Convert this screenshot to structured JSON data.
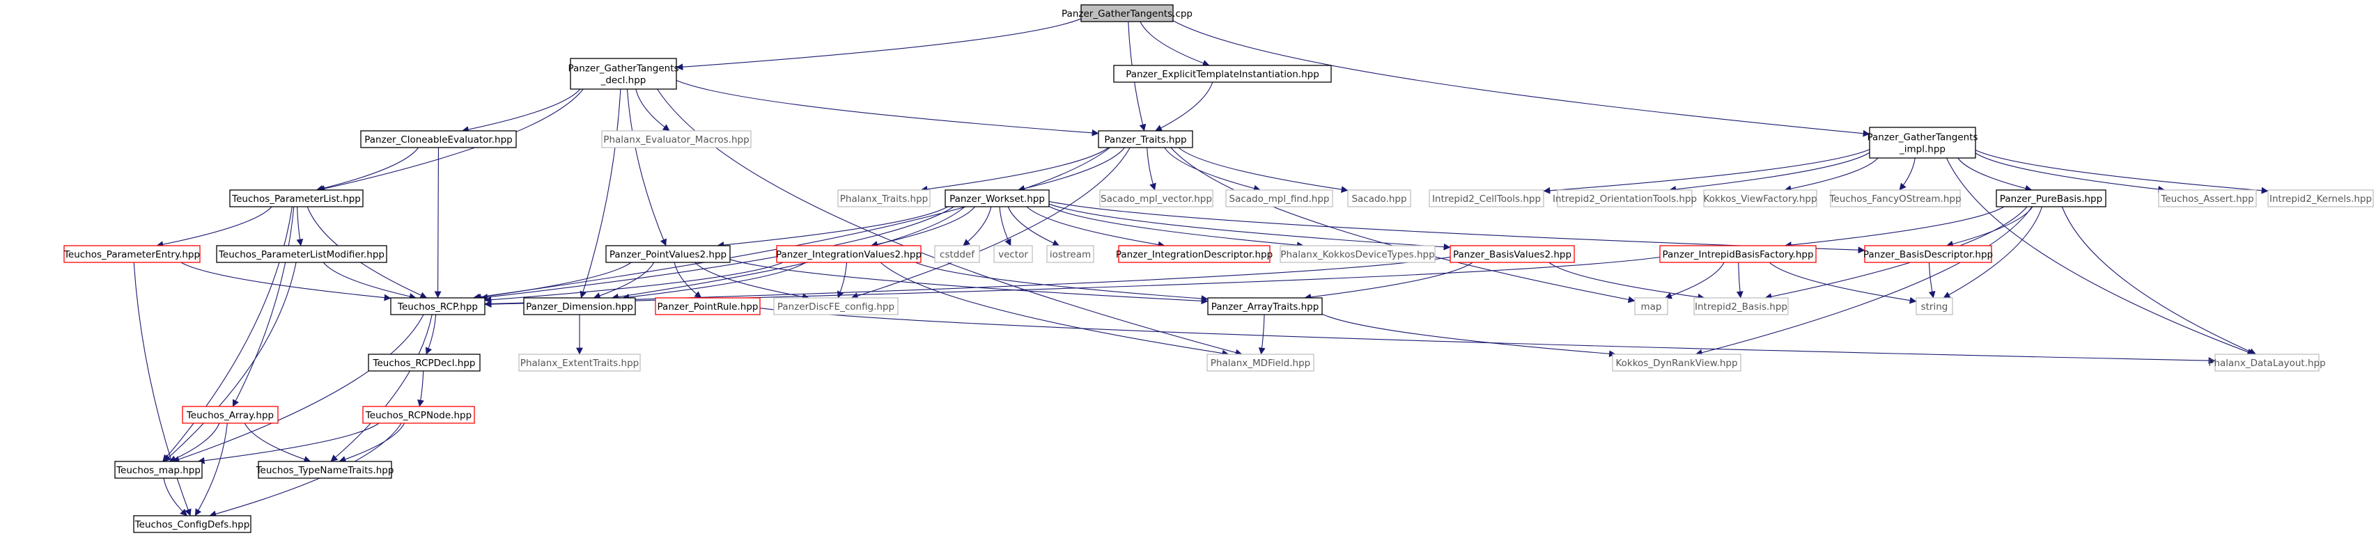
{
  "styles": {
    "default": {
      "fill": "#ffffff",
      "stroke": "#000000",
      "text": "#000000"
    },
    "root": {
      "fill": "#bfbfbf",
      "stroke": "#000000",
      "text": "#000000"
    },
    "truncated": {
      "fill": "#ffffff",
      "stroke": "#ff0000",
      "text": "#000000"
    },
    "system": {
      "fill": "#ffffff",
      "stroke": "#bfbfbf",
      "text": "#555555"
    },
    "edge_color": "#191970"
  },
  "nodes": {
    "root": {
      "label": "Panzer_GatherTangents.cpp",
      "style": "root"
    },
    "decl": {
      "label": [
        "Panzer_GatherTangents",
        "_decl.hpp"
      ],
      "style": "default"
    },
    "eti": {
      "label": "Panzer_ExplicitTemplateInstantiation.hpp",
      "style": "default"
    },
    "impl": {
      "label": [
        "Panzer_GatherTangents",
        "_impl.hpp"
      ],
      "style": "default"
    },
    "clone": {
      "label": "Panzer_CloneableEvaluator.hpp",
      "style": "default"
    },
    "phxmacros": {
      "label": "Phalanx_Evaluator_Macros.hpp",
      "style": "system"
    },
    "traits": {
      "label": "Panzer_Traits.hpp",
      "style": "default"
    },
    "plist": {
      "label": "Teuchos_ParameterList.hpp",
      "style": "default"
    },
    "phxtraits": {
      "label": "Phalanx_Traits.hpp",
      "style": "system"
    },
    "workset": {
      "label": "Panzer_Workset.hpp",
      "style": "default"
    },
    "sacvec": {
      "label": "Sacado_mpl_vector.hpp",
      "style": "system"
    },
    "sacfind": {
      "label": "Sacado_mpl_find.hpp",
      "style": "system"
    },
    "sacado": {
      "label": "Sacado.hpp",
      "style": "system"
    },
    "i2cell": {
      "label": "Intrepid2_CellTools.hpp",
      "style": "system"
    },
    "i2orient": {
      "label": "Intrepid2_OrientationTools.hpp",
      "style": "system"
    },
    "kviewf": {
      "label": "Kokkos_ViewFactory.hpp",
      "style": "system"
    },
    "fancy": {
      "label": "Teuchos_FancyOStream.hpp",
      "style": "system"
    },
    "purebasis": {
      "label": "Panzer_PureBasis.hpp",
      "style": "default"
    },
    "tassert": {
      "label": "Teuchos_Assert.hpp",
      "style": "system"
    },
    "i2kernels": {
      "label": "Intrepid2_Kernels.hpp",
      "style": "system"
    },
    "pentry": {
      "label": "Teuchos_ParameterEntry.hpp",
      "style": "truncated"
    },
    "plmod": {
      "label": "Teuchos_ParameterListModifier.hpp",
      "style": "default"
    },
    "pv2": {
      "label": "Panzer_PointValues2.hpp",
      "style": "default"
    },
    "cstddef": {
      "label": "cstddef",
      "style": "system"
    },
    "vector": {
      "label": "vector",
      "style": "system"
    },
    "iostream": {
      "label": "iostream",
      "style": "system"
    },
    "iv2": {
      "label": "Panzer_IntegrationValues2.hpp",
      "style": "truncated"
    },
    "intdesc": {
      "label": "Panzer_IntegrationDescriptor.hpp",
      "style": "truncated"
    },
    "kdevtypes": {
      "label": "Phalanx_KokkosDeviceTypes.hpp",
      "style": "system"
    },
    "bv2": {
      "label": "Panzer_BasisValues2.hpp",
      "style": "truncated"
    },
    "ibfactory": {
      "label": "Panzer_IntrepidBasisFactory.hpp",
      "style": "truncated"
    },
    "bdesc": {
      "label": "Panzer_BasisDescriptor.hpp",
      "style": "truncated"
    },
    "rcp": {
      "label": "Teuchos_RCP.hpp",
      "style": "default"
    },
    "dimension": {
      "label": "Panzer_Dimension.hpp",
      "style": "default"
    },
    "pointrule": {
      "label": "Panzer_PointRule.hpp",
      "style": "truncated"
    },
    "discfe": {
      "label": "PanzerDiscFE_config.hpp",
      "style": "system"
    },
    "arraytraits": {
      "label": "Panzer_ArrayTraits.hpp",
      "style": "default"
    },
    "map": {
      "label": "map",
      "style": "system"
    },
    "i2basis": {
      "label": "Intrepid2_Basis.hpp",
      "style": "system"
    },
    "string": {
      "label": "string",
      "style": "system"
    },
    "rcpdecl": {
      "label": "Teuchos_RCPDecl.hpp",
      "style": "default"
    },
    "extent": {
      "label": "Phalanx_ExtentTraits.hpp",
      "style": "system"
    },
    "mdfield": {
      "label": "Phalanx_MDField.hpp",
      "style": "system"
    },
    "dynrank": {
      "label": "Kokkos_DynRankView.hpp",
      "style": "system"
    },
    "datalayout": {
      "label": "Phalanx_DataLayout.hpp",
      "style": "system"
    },
    "tarray": {
      "label": "Teuchos_Array.hpp",
      "style": "truncated"
    },
    "rcpnode": {
      "label": "Teuchos_RCPNode.hpp",
      "style": "truncated"
    },
    "tmap": {
      "label": "Teuchos_map.hpp",
      "style": "default"
    },
    "typename": {
      "label": "Teuchos_TypeNameTraits.hpp",
      "style": "default"
    },
    "configdefs": {
      "label": "Teuchos_ConfigDefs.hpp",
      "style": "default"
    }
  },
  "edges": [
    [
      "root",
      "decl"
    ],
    [
      "root",
      "eti"
    ],
    [
      "root",
      "traits"
    ],
    [
      "root",
      "impl"
    ],
    [
      "decl",
      "clone"
    ],
    [
      "decl",
      "phxmacros"
    ],
    [
      "decl",
      "traits"
    ],
    [
      "decl",
      "plist"
    ],
    [
      "decl",
      "pv2"
    ],
    [
      "decl",
      "dimension"
    ],
    [
      "decl",
      "mdfield"
    ],
    [
      "eti",
      "traits"
    ],
    [
      "clone",
      "rcp"
    ],
    [
      "clone",
      "plist"
    ],
    [
      "traits",
      "phxtraits"
    ],
    [
      "traits",
      "workset"
    ],
    [
      "traits",
      "sacvec"
    ],
    [
      "traits",
      "sacfind"
    ],
    [
      "traits",
      "sacado"
    ],
    [
      "traits",
      "rcp"
    ],
    [
      "traits",
      "discfe"
    ],
    [
      "traits",
      "map"
    ],
    [
      "plist",
      "pentry"
    ],
    [
      "plist",
      "plmod"
    ],
    [
      "plist",
      "rcp"
    ],
    [
      "plist",
      "tarray"
    ],
    [
      "plist",
      "tmap"
    ],
    [
      "pentry",
      "rcp"
    ],
    [
      "pentry",
      "configdefs"
    ],
    [
      "plmod",
      "rcp"
    ],
    [
      "plmod",
      "tmap"
    ],
    [
      "workset",
      "pv2"
    ],
    [
      "workset",
      "cstddef"
    ],
    [
      "workset",
      "vector"
    ],
    [
      "workset",
      "iostream"
    ],
    [
      "workset",
      "iv2"
    ],
    [
      "workset",
      "intdesc"
    ],
    [
      "workset",
      "kdevtypes"
    ],
    [
      "workset",
      "bv2"
    ],
    [
      "workset",
      "bdesc"
    ],
    [
      "workset",
      "dimension"
    ],
    [
      "workset",
      "rcp"
    ],
    [
      "pv2",
      "rcp"
    ],
    [
      "pv2",
      "dimension"
    ],
    [
      "pv2",
      "pointrule"
    ],
    [
      "pv2",
      "discfe"
    ],
    [
      "pv2",
      "arraytraits"
    ],
    [
      "iv2",
      "rcp"
    ],
    [
      "iv2",
      "dimension"
    ],
    [
      "iv2",
      "discfe"
    ],
    [
      "iv2",
      "arraytraits"
    ],
    [
      "iv2",
      "mdfield"
    ],
    [
      "bv2",
      "rcp"
    ],
    [
      "bv2",
      "arraytraits"
    ],
    [
      "bv2",
      "i2basis"
    ],
    [
      "rcp",
      "rcpdecl"
    ],
    [
      "rcp",
      "tmap"
    ],
    [
      "rcp",
      "typename"
    ],
    [
      "rcpdecl",
      "rcpnode"
    ],
    [
      "rcpnode",
      "tmap"
    ],
    [
      "rcpnode",
      "typename"
    ],
    [
      "rcpnode",
      "configdefs"
    ],
    [
      "tarray",
      "tmap"
    ],
    [
      "tarray",
      "typename"
    ],
    [
      "tarray",
      "configdefs"
    ],
    [
      "tmap",
      "configdefs"
    ],
    [
      "dimension",
      "extent"
    ],
    [
      "pointrule",
      "datalayout"
    ],
    [
      "arraytraits",
      "mdfield"
    ],
    [
      "arraytraits",
      "dynrank"
    ],
    [
      "impl",
      "i2cell"
    ],
    [
      "impl",
      "i2orient"
    ],
    [
      "impl",
      "kviewf"
    ],
    [
      "impl",
      "fancy"
    ],
    [
      "impl",
      "purebasis"
    ],
    [
      "impl",
      "tassert"
    ],
    [
      "impl",
      "i2kernels"
    ],
    [
      "impl",
      "datalayout"
    ],
    [
      "purebasis",
      "ibfactory"
    ],
    [
      "purebasis",
      "bdesc"
    ],
    [
      "purebasis",
      "string"
    ],
    [
      "purebasis",
      "i2basis"
    ],
    [
      "purebasis",
      "dynrank"
    ],
    [
      "purebasis",
      "datalayout"
    ],
    [
      "ibfactory",
      "map"
    ],
    [
      "ibfactory",
      "i2basis"
    ],
    [
      "ibfactory",
      "string"
    ],
    [
      "ibfactory",
      "rcp"
    ],
    [
      "bdesc",
      "string"
    ]
  ]
}
